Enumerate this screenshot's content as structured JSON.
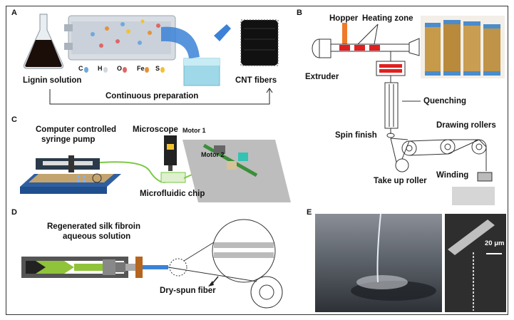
{
  "panels": {
    "a": {
      "letter": "A",
      "lignin_solution": "Lignin solution",
      "cnt_fibers": "CNT fibers",
      "continuous_preparation": "Continuous preparation",
      "elements": [
        {
          "symbol": "C",
          "color": "#6fa8dc"
        },
        {
          "symbol": "H",
          "color": "#cfd6df"
        },
        {
          "symbol": "O",
          "color": "#e06666"
        },
        {
          "symbol": "Fe",
          "color": "#e69138"
        },
        {
          "symbol": "S",
          "color": "#f1c232"
        }
      ]
    },
    "b": {
      "letter": "B",
      "hopper": "Hopper",
      "heating_zone": "Heating zone",
      "extruder": "Extruder",
      "quenching": "Quenching",
      "spin_finish": "Spin finish",
      "drawing_rollers": "Drawing rollers",
      "take_up_roller": "Take up roller",
      "winding": "Winding"
    },
    "c": {
      "letter": "C",
      "pump_label_line1": "Computer controlled",
      "pump_label_line2": "syringe pump",
      "microscope": "Microscope",
      "motor1": "Motor 1",
      "motor2": "Motor 2",
      "microfluidic_chip": "Microfluidic chip"
    },
    "d": {
      "letter": "D",
      "solution_line1": "Regenerated silk fibroin",
      "solution_line2": "aqueous solution",
      "dry_spun_fiber": "Dry-spun  fiber"
    },
    "e": {
      "letter": "E",
      "scale_bar": "20 μm"
    }
  },
  "colors": {
    "heating_red": "#e02020",
    "hopper_orange": "#f07a2a",
    "silk_green": "#8fc33a",
    "nozzle_brown": "#b5651d",
    "flow_blue": "#3b82d6",
    "chip_green": "#7ac943"
  }
}
